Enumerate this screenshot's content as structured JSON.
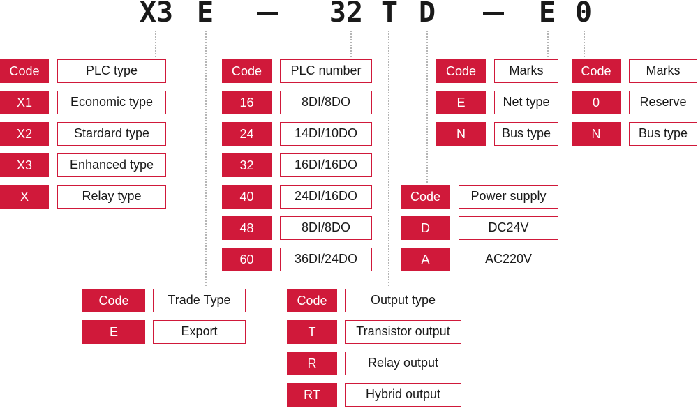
{
  "model_code": {
    "characters": [
      "X3",
      "E",
      "32",
      "T",
      "D",
      "E",
      "0"
    ]
  },
  "tables": [
    {
      "id": "plc-type",
      "header": {
        "code": "Code",
        "label": "PLC type"
      },
      "rows": [
        {
          "code": "X1",
          "label": "Economic type"
        },
        {
          "code": "X2",
          "label": "Stardard type"
        },
        {
          "code": "X3",
          "label": "Enhanced type"
        },
        {
          "code": "X",
          "label": "Relay type"
        }
      ]
    },
    {
      "id": "plc-number",
      "header": {
        "code": "Code",
        "label": "PLC number"
      },
      "rows": [
        {
          "code": "16",
          "label": "8DI/8DO"
        },
        {
          "code": "24",
          "label": "14DI/10DO"
        },
        {
          "code": "32",
          "label": "16DI/16DO"
        },
        {
          "code": "40",
          "label": "24DI/16DO"
        },
        {
          "code": "48",
          "label": "8DI/8DO"
        },
        {
          "code": "60",
          "label": "36DI/24DO"
        }
      ]
    },
    {
      "id": "marks-1",
      "header": {
        "code": "Code",
        "label": "Marks"
      },
      "rows": [
        {
          "code": "E",
          "label": "Net type"
        },
        {
          "code": "N",
          "label": "Bus type"
        }
      ]
    },
    {
      "id": "marks-2",
      "header": {
        "code": "Code",
        "label": "Marks"
      },
      "rows": [
        {
          "code": "0",
          "label": "Reserve"
        },
        {
          "code": "N",
          "label": "Bus type"
        }
      ]
    },
    {
      "id": "power-supply",
      "header": {
        "code": "Code",
        "label": "Power supply"
      },
      "rows": [
        {
          "code": "D",
          "label": "DC24V"
        },
        {
          "code": "A",
          "label": "AC220V"
        }
      ]
    },
    {
      "id": "trade-type",
      "header": {
        "code": "Code",
        "label": "Trade Type"
      },
      "rows": [
        {
          "code": "E",
          "label": "Export"
        }
      ]
    },
    {
      "id": "output-type",
      "header": {
        "code": "Code",
        "label": "Output type"
      },
      "rows": [
        {
          "code": "T",
          "label": "Transistor output"
        },
        {
          "code": "R",
          "label": "Relay output"
        },
        {
          "code": "RT",
          "label": "Hybrid output"
        }
      ]
    }
  ],
  "colors": {
    "code_fill": "#d0193a",
    "code_text": "#ffffff",
    "desc_border": "#d0193a",
    "title_text": "#1a1a1a",
    "connector": "#b5b5b5"
  }
}
